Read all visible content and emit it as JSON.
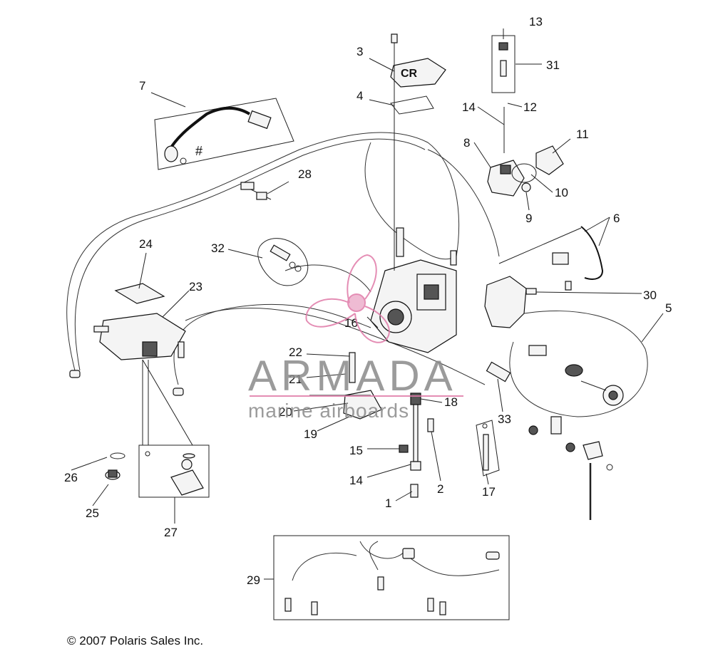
{
  "diagram": {
    "callouts": [
      "1",
      "2",
      "3",
      "4",
      "5",
      "6",
      "7",
      "8",
      "9",
      "10",
      "11",
      "12",
      "13",
      "14",
      "14",
      "15",
      "16",
      "17",
      "18",
      "19",
      "20",
      "21",
      "22",
      "23",
      "24",
      "25",
      "26",
      "27",
      "28",
      "29",
      "30",
      "31",
      "32",
      "33"
    ],
    "mark_hash": "#",
    "cover_text": "CR"
  },
  "watermark": {
    "title": "ARMADA",
    "subtitle": "marine airboards",
    "accent_color": "#e07aa8"
  },
  "copyright": "© 2007 Polaris Sales Inc."
}
